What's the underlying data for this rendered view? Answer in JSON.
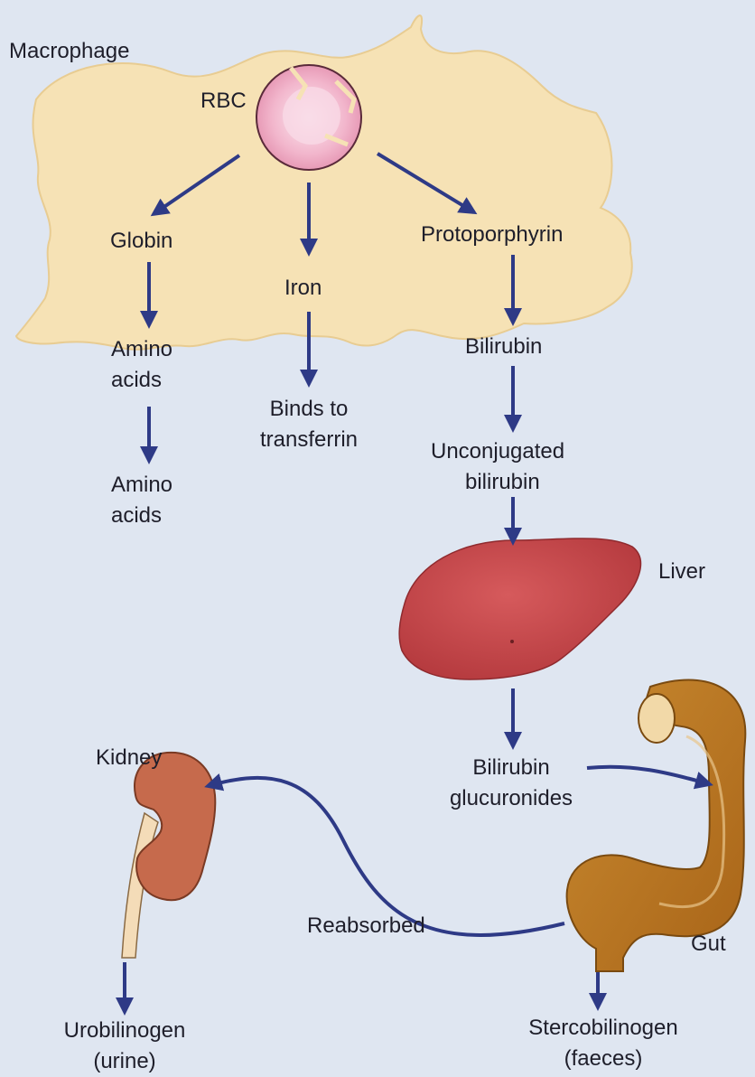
{
  "diagram": {
    "macrophage": "Macrophage",
    "rbc": "RBC",
    "globin": "Globin",
    "iron": "Iron",
    "protoporphyrin": "Protoporphyrin",
    "amino_acids_inside": [
      "Amino",
      "acids"
    ],
    "bilirubin": "Bilirubin",
    "binds_transferrin": [
      "Binds to",
      "transferrin"
    ],
    "amino_acids_outside": [
      "Amino",
      "acids"
    ],
    "unconjugated_bilirubin": [
      "Unconjugated",
      "bilirubin"
    ],
    "liver": "Liver",
    "kidney": "Kidney",
    "bilirubin_glucuronides": [
      "Bilirubin",
      "glucuronides"
    ],
    "reabsorbed": "Reabsorbed",
    "gut": "Gut",
    "urobilinogen": [
      "Urobilinogen",
      "(urine)"
    ],
    "stercobilinogen": [
      "Stercobilinogen",
      "(faeces)"
    ]
  },
  "colors": {
    "background": "#dfe6f1",
    "cell": "#f6e2b5",
    "arrow": "#2e3a86",
    "liver": "#c8474a",
    "kidney": "#c66a4c",
    "gut": "#b8731f"
  }
}
